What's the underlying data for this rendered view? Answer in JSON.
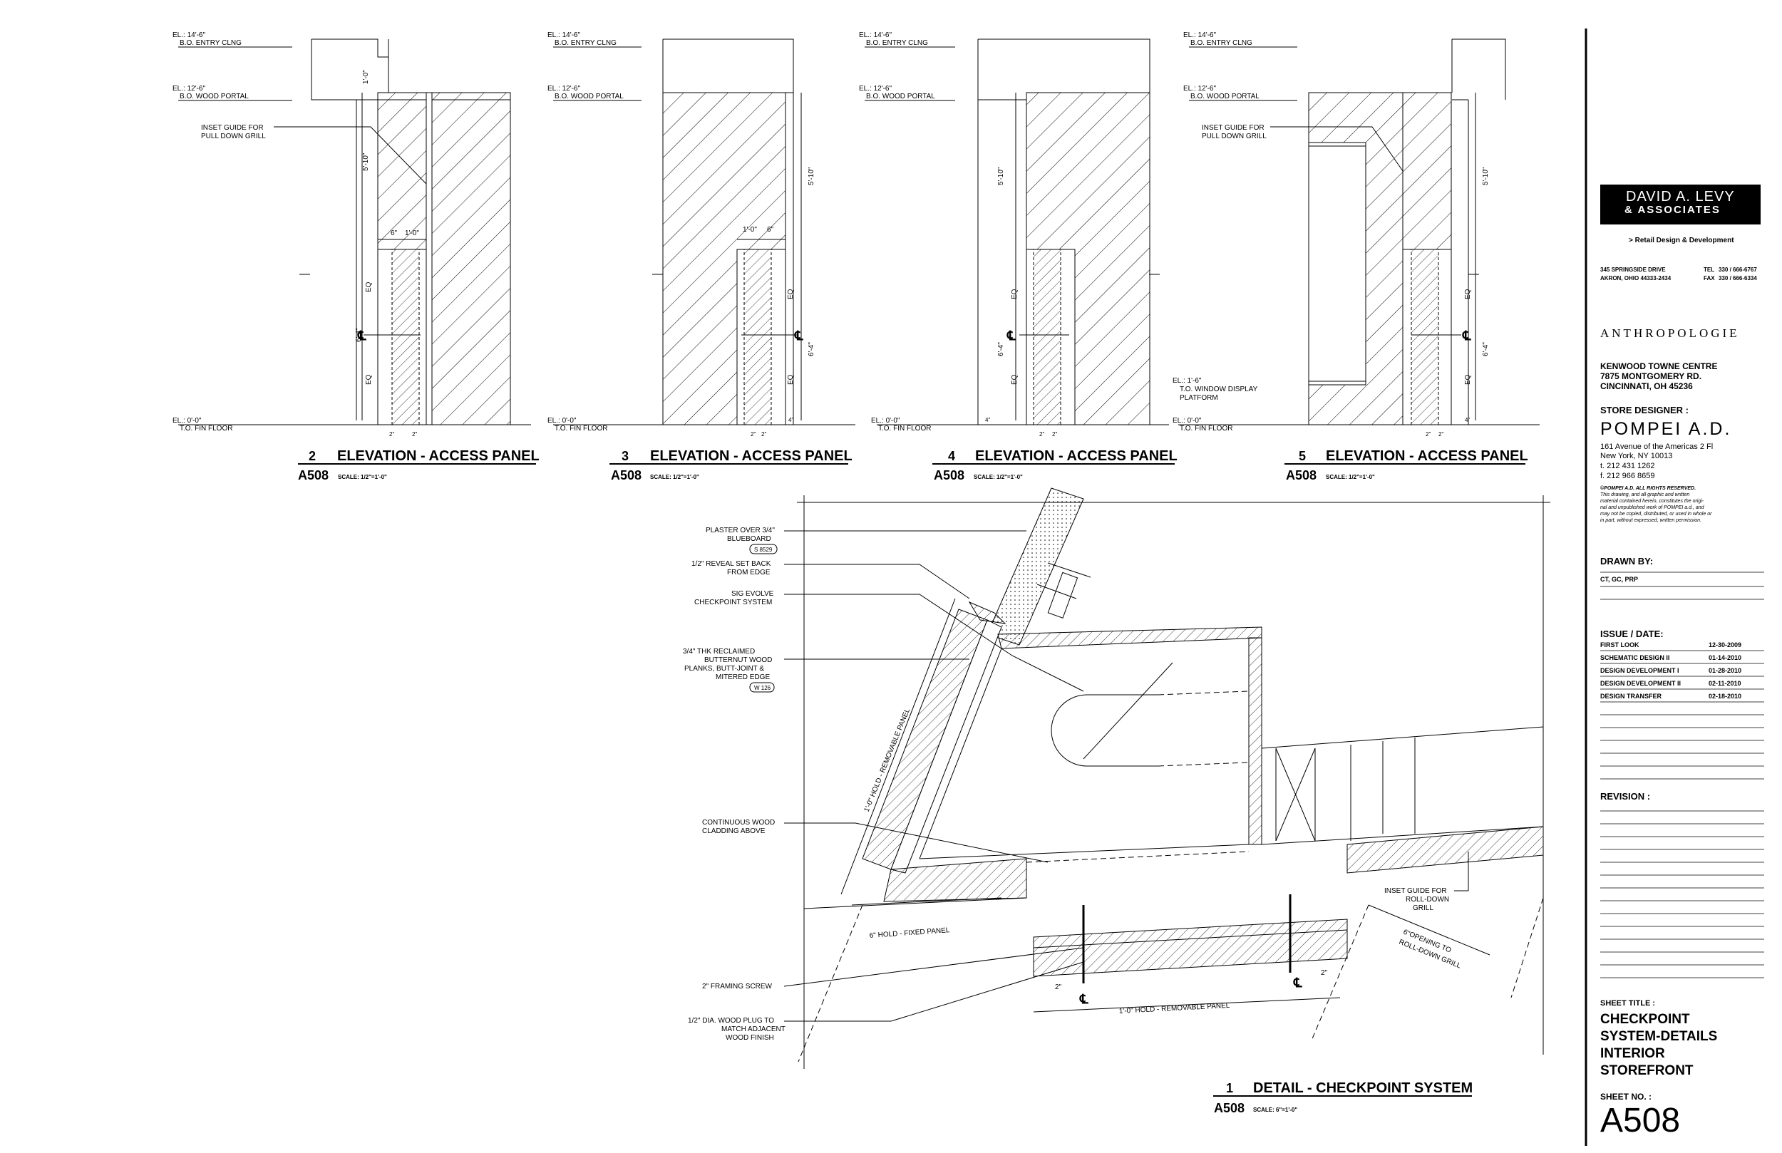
{
  "elevations": [
    {
      "number": "2",
      "title": "ELEVATION - ACCESS PANEL",
      "sheet": "A508",
      "scale": "SCALE: 1/2\"=1'-0\""
    },
    {
      "number": "3",
      "title": "ELEVATION - ACCESS PANEL",
      "sheet": "A508",
      "scale": "SCALE: 1/2\"=1'-0\""
    },
    {
      "number": "4",
      "title": "ELEVATION - ACCESS PANEL",
      "sheet": "A508",
      "scale": "SCALE: 1/2\"=1'-0\""
    },
    {
      "number": "5",
      "title": "ELEVATION - ACCESS PANEL",
      "sheet": "A508",
      "scale": "SCALE: 1/2\"=1'-0\""
    }
  ],
  "levels": {
    "entry_el": "EL.: 14'-6\"",
    "entry_name": "B.O. ENTRY CLNG",
    "portal_el": "EL.: 12'-6\"",
    "portal_name": "B.O. WOOD PORTAL",
    "floor_el": "EL.: 0'-0\"",
    "floor_name": "T.O. FIN FLOOR",
    "platform_el": "EL.: 1'-6\"",
    "platform_name_1": "T.O. WINDOW DISPLAY",
    "platform_name_2": "PLATFORM"
  },
  "elevation_notes": {
    "inset_guide_1": "INSET GUIDE FOR",
    "inset_guide_2": "PULL DOWN GRILL"
  },
  "dims": {
    "one_foot": "1'-0\"",
    "five_ten": "5'-10\"",
    "six_four": "6'-4\"",
    "eq": "EQ",
    "six_in": "6\"",
    "four_in": "4\"",
    "two_in": "2\"",
    "cl": "℄"
  },
  "detail": {
    "number": "1",
    "title": "DETAIL - CHECKPOINT SYSTEM",
    "sheet": "A508",
    "scale": "SCALE: 6\"=1'-0\"",
    "notes": [
      [
        "PLASTER OVER 3/4\"",
        "BLUEBOARD"
      ],
      [
        "1/2\" REVEAL SET BACK",
        "FROM EDGE"
      ],
      [
        "SIG EVOLVE",
        "CHECKPOINT SYSTEM"
      ],
      [
        "3/4\" THK RECLAIMED",
        "BUTTERNUT WOOD",
        "PLANKS, BUTT-JOINT &",
        "MITERED EDGE"
      ],
      [
        "CONTINUOUS WOOD",
        "CLADDING ABOVE"
      ],
      [
        "2\" FRAMING SCREW"
      ],
      [
        "1/2\" DIA. WOOD PLUG TO",
        "MATCH ADJACENT",
        "WOOD FINISH"
      ]
    ],
    "tag_plaster": "S  8529",
    "tag_wood": "W 126",
    "removable_panel": "1'-0\" HOLD - REMOVABLE PANEL",
    "fixed_panel": "6\" HOLD - FIXED PANEL",
    "inset_guide": [
      "INSET GUIDE FOR",
      "ROLL-DOWN",
      "GRILL"
    ],
    "opening": [
      "6\"OPENING TO",
      "ROLL-DOWN GRILL"
    ],
    "two_in": "2\"",
    "cl": "℄"
  },
  "title_block": {
    "firm_1": "DAVID A. LEVY",
    "firm_2": "& ASSOCIATES",
    "firm_tag": "> Retail Design & Development",
    "addr_1": "345 SPRINGSIDE DRIVE",
    "tel_label": "TEL",
    "tel": "330 / 666-6767",
    "addr_2": "AKRON, OHIO 44333-2434",
    "fax_label": "FAX",
    "fax": "330 / 666-6334",
    "client": "ANTHROPOLOGIE",
    "site_1": "KENWOOD TOWNE CENTRE",
    "site_2": "7875 MONTGOMERY RD.",
    "site_3": "CINCINNATI, OH 45236",
    "designer_label": "STORE DESIGNER :",
    "designer": "POMPEI A.D.",
    "designer_addr_1": "161 Avenue of the Americas 2 Fl",
    "designer_addr_2": "New York, NY 10013",
    "designer_t": "t. 212 431 1262",
    "designer_f": "f. 212 966 8659",
    "copyright": [
      "©POMPEI A.D. ALL RIGHTS RESERVED.",
      "This drawing, and all graphic and written",
      "material contained herein, constitutes the origi-",
      "nal and unpublished work of POMPEI a.d., and",
      "may not be copied, distributed, or used in whole or",
      "in part, without expressed, written permission."
    ],
    "drawn_label": "DRAWN BY:",
    "drawn": "CT, GC, PRP",
    "issue_label": "ISSUE / DATE:",
    "issues": [
      {
        "name": "FIRST LOOK",
        "date": "12-30-2009"
      },
      {
        "name": "SCHEMATIC DESIGN II",
        "date": "01-14-2010"
      },
      {
        "name": "DESIGN DEVELOPMENT I",
        "date": "01-28-2010"
      },
      {
        "name": "DESIGN DEVELOPMENT II",
        "date": "02-11-2010"
      },
      {
        "name": "DESIGN TRANSFER",
        "date": "02-18-2010"
      }
    ],
    "revision_label": "REVISION :",
    "sheet_title_label": "SHEET TITLE :",
    "sheet_title": [
      "CHECKPOINT",
      "SYSTEM-DETAILS",
      "INTERIOR",
      "STOREFRONT"
    ],
    "sheet_no_label": "SHEET NO. :",
    "sheet_no": "A508"
  }
}
